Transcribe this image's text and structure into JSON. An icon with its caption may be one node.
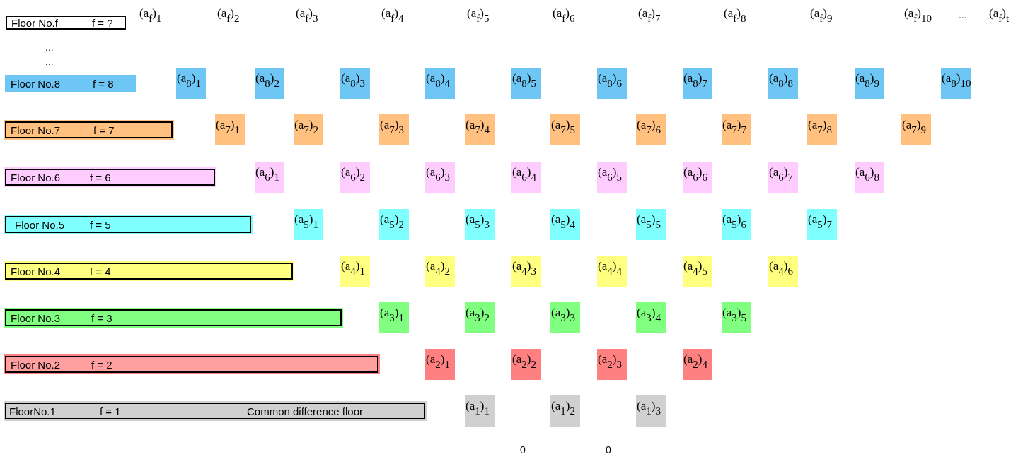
{
  "diagram": {
    "nodes": [
      {
        "text": [
          "Floor No.f",
          "f = ?"
        ]
      },
      {
        "text": [
          "Floor No.8",
          "f = 8"
        ]
      },
      {
        "text": [
          "(a$_{8}$)$_{1}$"
        ]
      },
      {
        "text": [
          "(a$_{8}$)$_{2}$"
        ]
      },
      {
        "text": [
          "(a$_{8}$)$_{3}$"
        ]
      },
      {
        "text": [
          "(a$_{8}$)$_{4}$"
        ]
      },
      {
        "text": [
          "(a$_{8}$)$_{5}$"
        ]
      },
      {
        "text": [
          "(a$_{8}$)$_{6}$"
        ]
      },
      {
        "text": [
          "(a$_{8}$)$_{7}$"
        ]
      },
      {
        "text": [
          "(a$_{8}$)$_{8}$"
        ]
      },
      {
        "text": [
          "(a$_{8}$)$_{9}$"
        ]
      },
      {
        "text": [
          "(a$_{8}$)$_{10}$"
        ]
      },
      {
        "text": [
          "Floor No.7",
          "f = 7"
        ]
      },
      {
        "text": [
          "(a$_{7}$)$_{1}$"
        ]
      },
      {
        "text": [
          "(a$_{7}$)$_{2}$"
        ]
      },
      {
        "text": [
          "(a$_{7}$)$_{3}$"
        ]
      },
      {
        "text": [
          "(a$_{7}$)$_{4}$"
        ]
      },
      {
        "text": [
          "(a$_{7}$)$_{5}$"
        ]
      },
      {
        "text": [
          "(a$_{7}$)$_{6}$"
        ]
      },
      {
        "text": [
          "(a$_{7}$)$_{7}$"
        ]
      },
      {
        "text": [
          "(a$_{7}$)$_{8}$"
        ]
      },
      {
        "text": [
          "(a$_{7}$)$_{9}$"
        ]
      },
      {
        "text": [
          "Floor No.6",
          "f = 6"
        ]
      },
      {
        "text": [
          "(a$_{6}$)$_{1}$"
        ]
      },
      {
        "text": [
          "(a$_{6}$)$_{2}$"
        ]
      },
      {
        "text": [
          "(a$_{6}$)$_{3}$"
        ]
      },
      {
        "text": [
          "(a$_{6}$)$_{4}$"
        ]
      },
      {
        "text": [
          "(a$_{6}$)$_{5}$"
        ]
      },
      {
        "text": [
          "(a$_{6}$)$_{6}$"
        ]
      },
      {
        "text": [
          "(a$_{6}$)$_{7}$"
        ]
      },
      {
        "text": [
          "(a$_{6}$)$_{8}$"
        ]
      },
      {
        "text": [
          "Floor No.5",
          "f = 5"
        ]
      },
      {
        "text": [
          "(a$_{5}$)$_{1}$"
        ]
      },
      {
        "text": [
          "(a$_{5}$)$_{2}$"
        ]
      },
      {
        "text": [
          "(a$_{5}$)$_{3}$"
        ]
      },
      {
        "text": [
          "(a$_{5}$)$_{4}$"
        ]
      },
      {
        "text": [
          "(a$_{5}$)$_{5}$"
        ]
      },
      {
        "text": [
          "(a$_{5}$)$_{6}$"
        ]
      },
      {
        "text": [
          "(a$_{5}$)$_{7}$"
        ]
      },
      {
        "text": [
          "Floor No.4",
          "f = 4"
        ]
      },
      {
        "text": [
          "(a$_{4}$)$_{1}$"
        ]
      },
      {
        "text": [
          "(a$_{4}$)$_{2}$"
        ]
      },
      {
        "text": [
          "(a$_{4}$)$_{3}$"
        ]
      },
      {
        "text": [
          "(a$_{4}$)$_{4}$"
        ]
      },
      {
        "text": [
          "(a$_{4}$)$_{5}$"
        ]
      },
      {
        "text": [
          "(a$_{4}$)$_{6}$"
        ]
      },
      {
        "text": [
          "Floor No.3",
          "f = 3"
        ]
      },
      {
        "text": [
          "(a$_{3}$)$_{1}$"
        ]
      },
      {
        "text": [
          "(a$_{3}$)$_{2}$"
        ]
      },
      {
        "text": [
          "(a$_{3}$)$_{3}$"
        ]
      },
      {
        "text": [
          "(a$_{3}$)$_{4}$"
        ]
      },
      {
        "text": [
          "(a$_{3}$)$_{5}$"
        ]
      },
      {
        "text": [
          "Floor No.2",
          "f = 2"
        ]
      },
      {
        "text": [
          "(a$_{2}$)$_{1}$"
        ]
      },
      {
        "text": [
          "(a$_{2}$)$_{2}$"
        ]
      },
      {
        "text": [
          "(a$_{2}$)$_{3}$"
        ]
      },
      {
        "text": [
          "(a$_{2}$)$_{4}$"
        ]
      },
      {
        "text": [
          "FloorNo.1",
          "f = 1",
          "Common difference floor"
        ]
      },
      {
        "text": [
          "(a$_{1}$)$_{1}$"
        ]
      },
      {
        "text": [
          "(a$_{1}$)$_{2}$"
        ]
      },
      {
        "text": [
          "(a$_{1}$)$_{3}$"
        ]
      }
    ],
    "labels": [
      "(a$_{f}$)$_{1}$",
      "(a$_{f}$)$_{2}$",
      "(a$_{f}$)$_{3}$",
      "(a$_{f}$)$_{4}$",
      "(a$_{f}$)$_{5}$",
      "(a$_{f}$)$_{6}$",
      "(a$_{f}$)$_{7}$",
      "(a$_{f}$)$_{8}$",
      "(a$_{f}$)$_{9}$",
      "(a$_{f}$)$_{10}$",
      "...",
      "(a$_{f}$)$_{t}$",
      "...",
      "...",
      "0",
      "0"
    ]
  }
}
